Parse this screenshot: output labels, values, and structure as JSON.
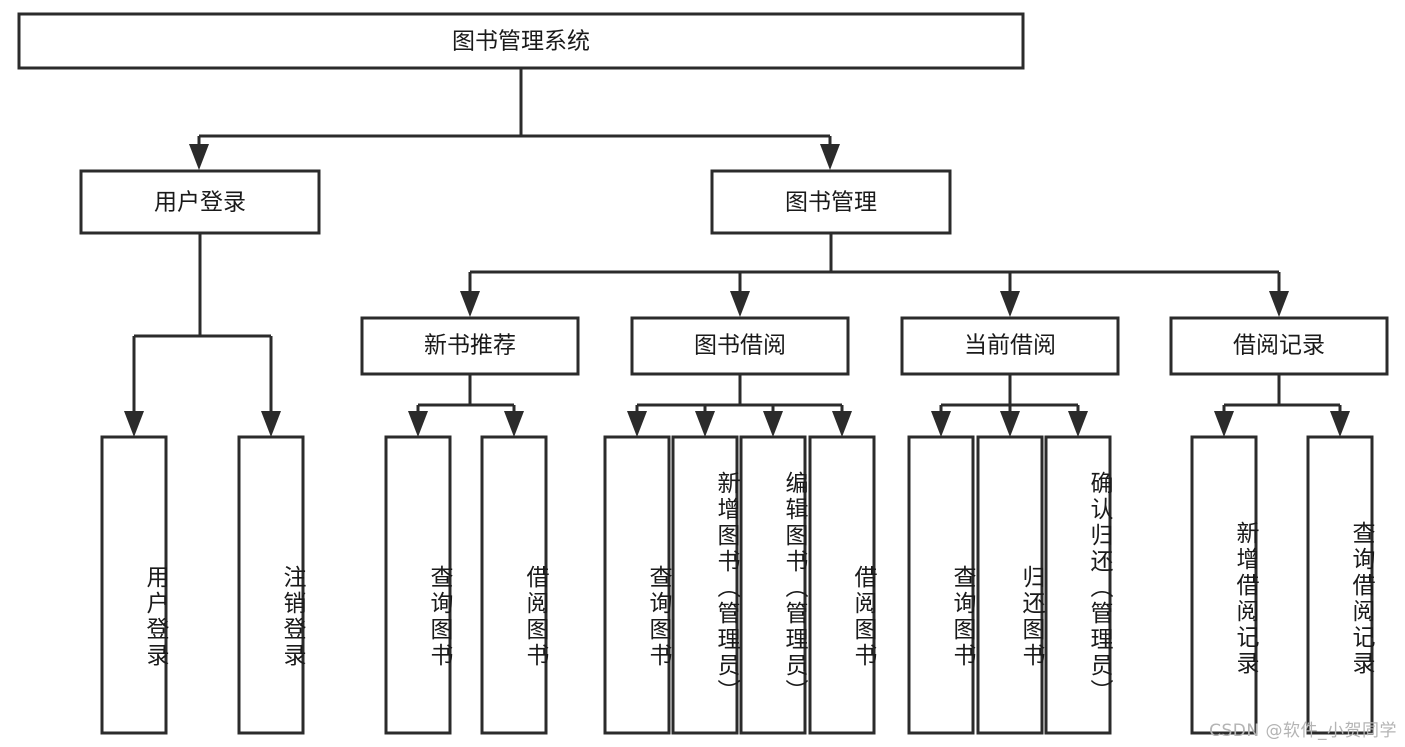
{
  "diagram": {
    "title": "图书管理系统",
    "type": "tree-hierarchy",
    "watermark": "CSDN @软件_小贺同学",
    "colors": {
      "stroke": "#2b2b2b",
      "fill": "#ffffff",
      "text": "#1a1a1a",
      "watermark": "#b4b4b4",
      "background": "#ffffff"
    },
    "root": {
      "label": "图书管理系统"
    },
    "level2": [
      {
        "label": "用户登录"
      },
      {
        "label": "图书管理"
      }
    ],
    "level3": [
      {
        "label": "新书推荐"
      },
      {
        "label": "图书借阅"
      },
      {
        "label": "当前借阅"
      },
      {
        "label": "借阅记录"
      }
    ],
    "leaves": {
      "user_login": [
        {
          "label": "用户登录"
        },
        {
          "label": "注销登录"
        }
      ],
      "new_book_recommend": [
        {
          "label": "查询图书"
        },
        {
          "label": "借阅图书"
        }
      ],
      "book_borrow": [
        {
          "label": "查询图书"
        },
        {
          "label": "新增图书（管理员）"
        },
        {
          "label": "编辑图书（管理员）"
        },
        {
          "label": "借阅图书"
        }
      ],
      "current_borrow": [
        {
          "label": "查询图书"
        },
        {
          "label": "归还图书"
        },
        {
          "label": "确认归还（管理员）"
        }
      ],
      "borrow_record": [
        {
          "label": "新增借阅记录"
        },
        {
          "label": "查询借阅记录"
        }
      ]
    }
  }
}
